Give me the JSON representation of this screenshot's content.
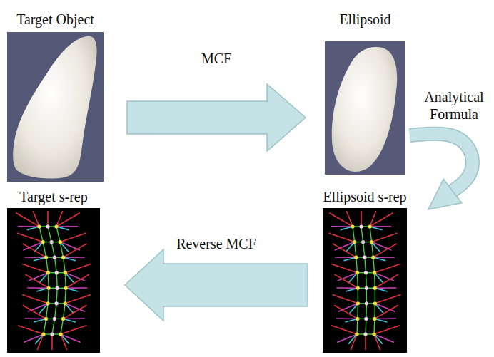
{
  "diagram": {
    "nodes": [
      {
        "text": [
          "Target Object"
        ]
      },
      {
        "text": [
          "Ellipsoid"
        ]
      },
      {
        "text": [
          "Target s-rep"
        ]
      },
      {
        "text": [
          "Ellipsoid s-rep"
        ]
      }
    ],
    "edges": [
      {
        "from": 0,
        "to": 1,
        "arrow": "to",
        "label": "MCF"
      },
      {
        "from": 1,
        "to": 3,
        "arrow": "to",
        "label": "Analytical Formula"
      },
      {
        "from": 3,
        "to": 2,
        "arrow": "to",
        "label": "Reverse MCF"
      }
    ]
  }
}
